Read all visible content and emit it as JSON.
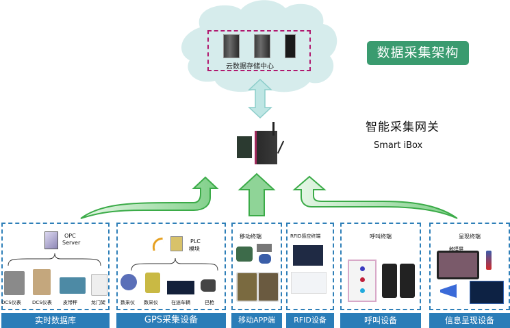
{
  "title_badge": "数据采集架构",
  "cloud": {
    "label": "云数据存储中心",
    "fill": "#d6ecec",
    "border": "#b0176e"
  },
  "gateway": {
    "title": "智能采集网关",
    "subtitle": "Smart iBox"
  },
  "colors": {
    "badge": "#3a9b6f",
    "arrow_green": "#4cb85a",
    "group_border": "#2e7fb8",
    "group_label_bg": "#2a7db8"
  },
  "groups": [
    {
      "label": "实时数据库",
      "header": "OPC Server",
      "header_lines": [
        "OPC",
        "Server"
      ],
      "items": [
        "DCS仪表",
        "DCS仪表",
        "皮带秤",
        "龙门架"
      ]
    },
    {
      "label": "GPS采集设备",
      "header": "PLC 模块",
      "header_lines": [
        "PLC",
        "模块"
      ],
      "items": [
        "数采仪",
        "数采仪",
        "在途车辆",
        "巴枪"
      ]
    },
    {
      "label": "移动APP端",
      "header": "移动终端",
      "items": []
    },
    {
      "label": "RFID设备",
      "header": "RFID感应终端",
      "items": []
    },
    {
      "label": "呼叫设备",
      "header": "呼叫终端",
      "items": []
    },
    {
      "label": "信息呈现设备",
      "header": "呈现终端",
      "sub_header": "触摸屏",
      "items": []
    }
  ]
}
